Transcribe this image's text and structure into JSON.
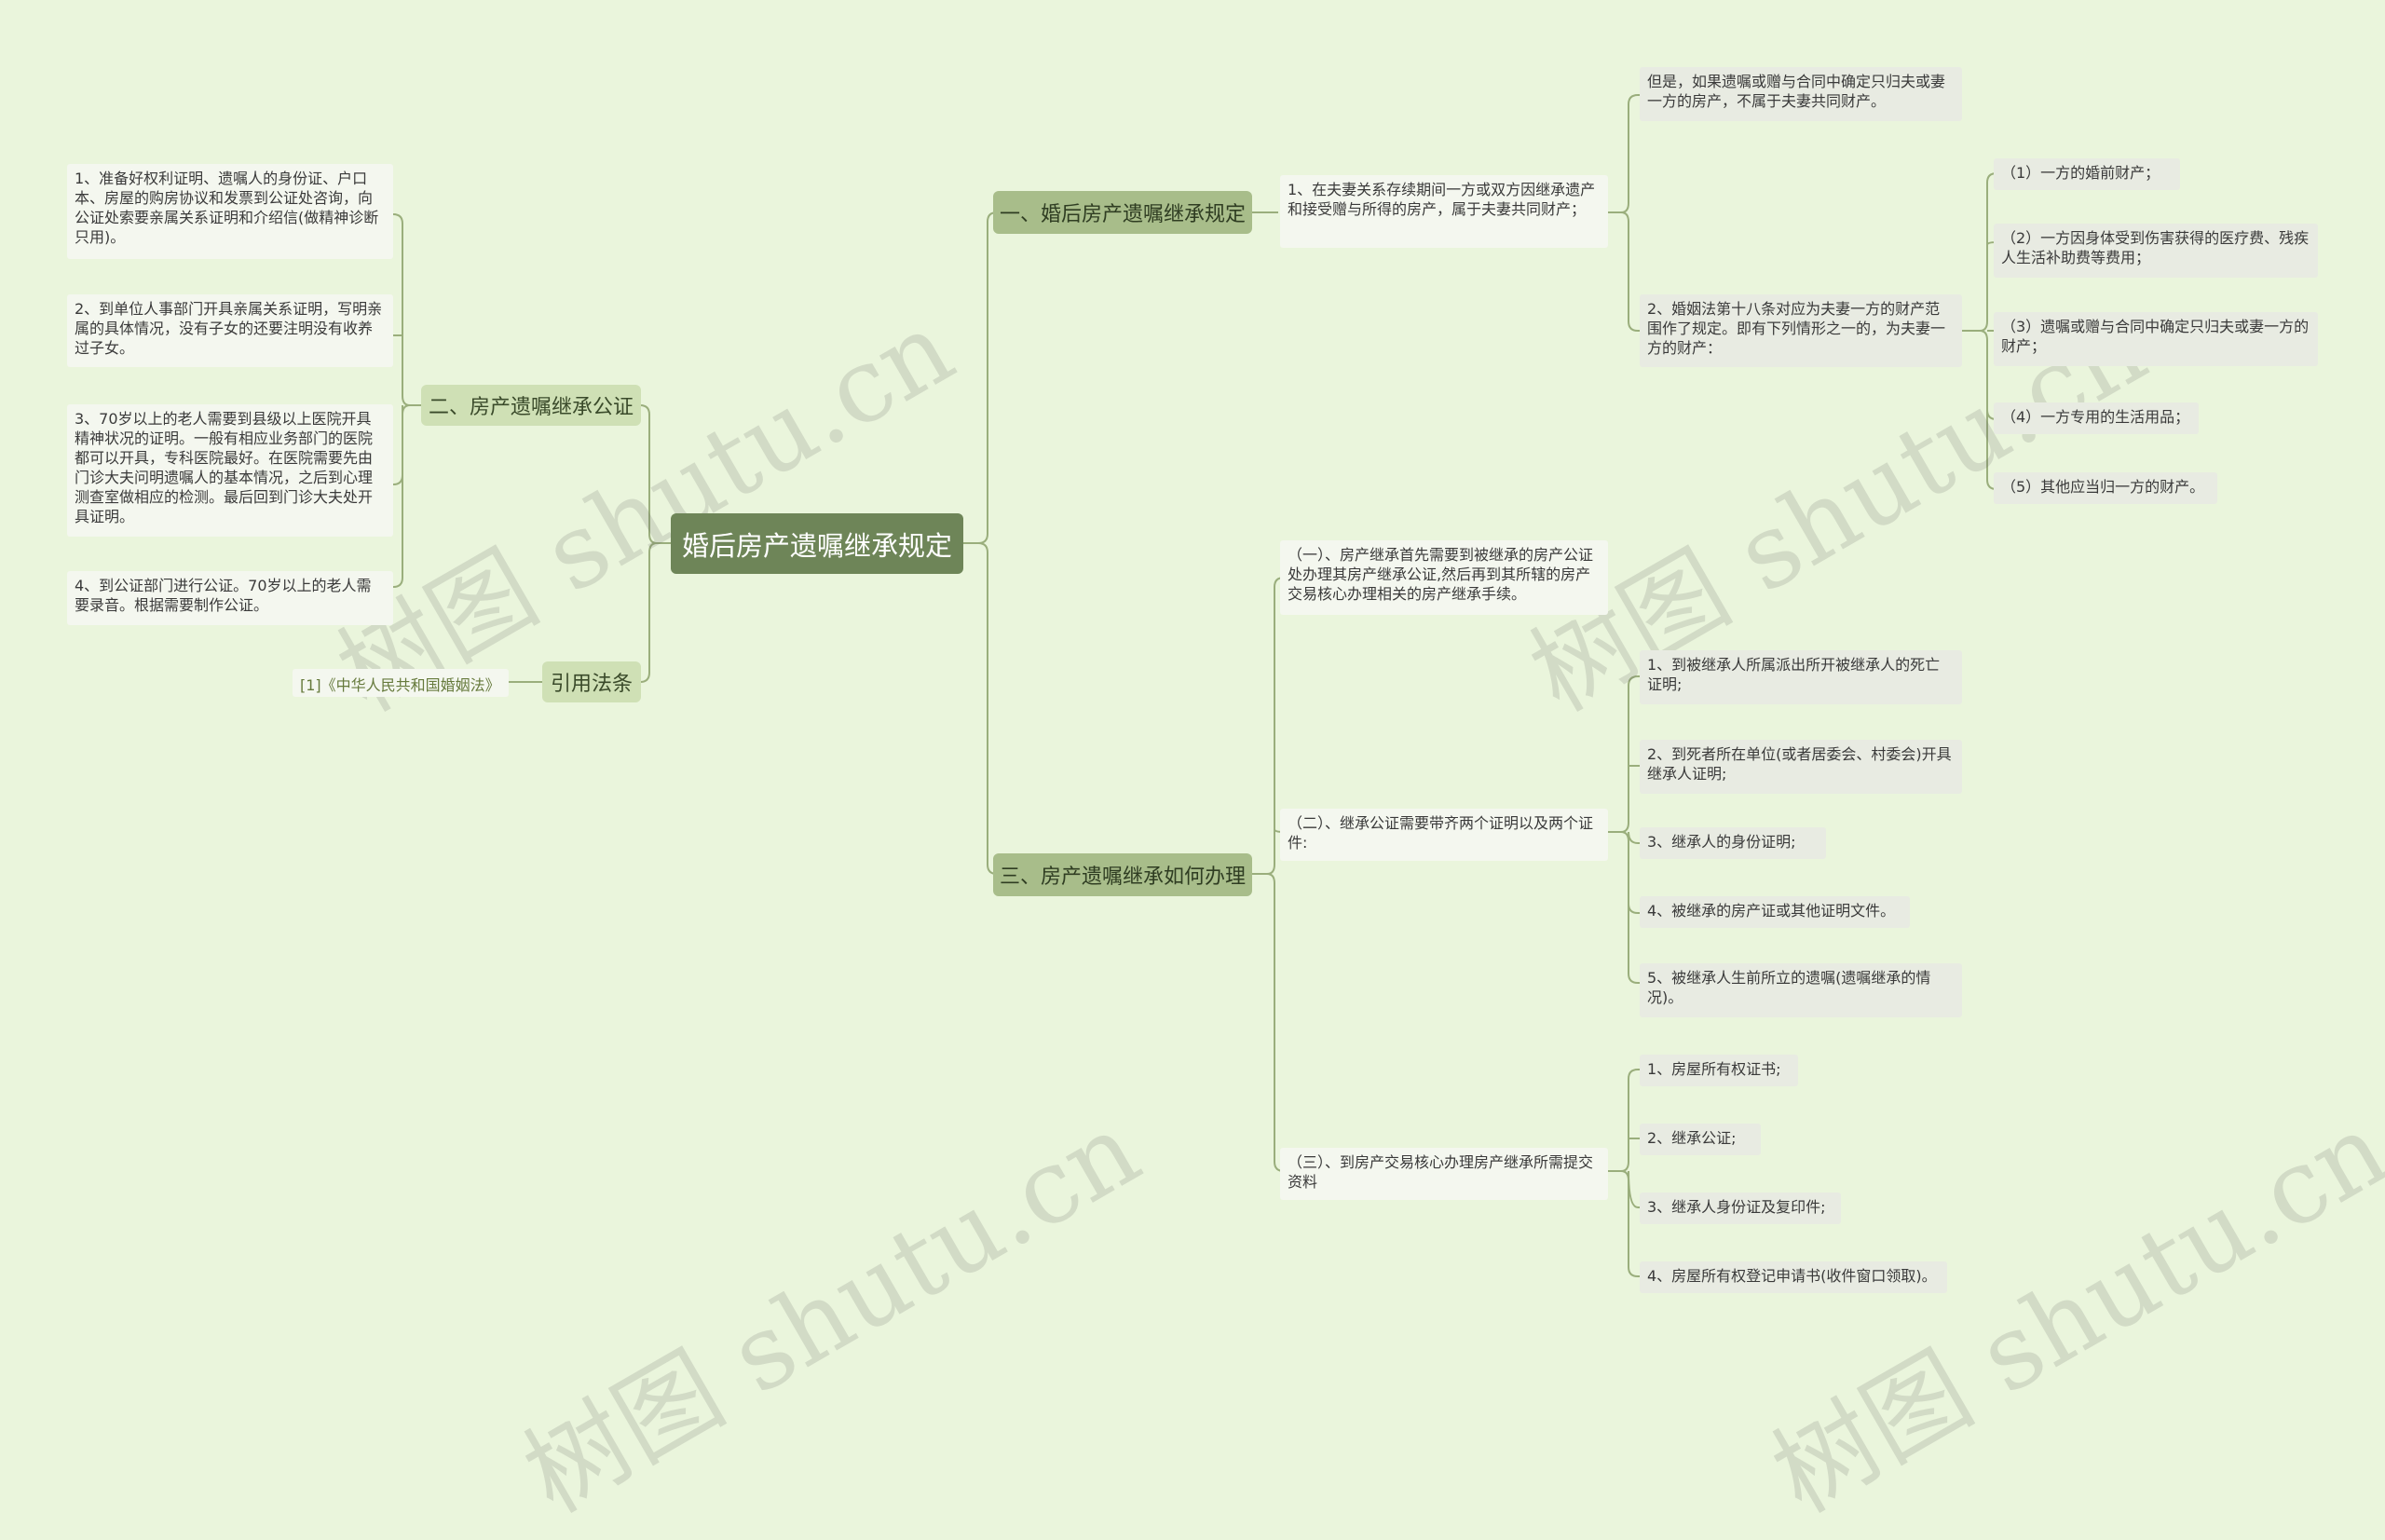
{
  "root": {
    "title": "婚后房产遗嘱继承规定"
  },
  "branch1": {
    "label": "一、婚后房产遗嘱继承规定",
    "item1": "1、在夫妻关系存续期间一方或双方因继承遗产和接受赠与所得的房产，属于夫妻共同财产；",
    "item1_note": "但是，如果遗嘱或赠与合同中确定只归夫或妻一方的房产，不属于夫妻共同财产。",
    "item2": "2、婚姻法第十八条对应为夫妻一方的财产范围作了规定。即有下列情形之一的，为夫妻一方的财产：",
    "item2_list": [
      "（1）一方的婚前财产；",
      "（2）一方因身体受到伤害获得的医疗费、残疾人生活补助费等费用；",
      "（3）遗嘱或赠与合同中确定只归夫或妻一方的财产；",
      "（4）一方专用的生活用品；",
      "（5）其他应当归一方的财产。"
    ]
  },
  "branch2": {
    "label": "二、房产遗嘱继承公证",
    "items": [
      "1、准备好权利证明、遗嘱人的身份证、户口本、房屋的购房协议和发票到公证处咨询，向公证处索要亲属关系证明和介绍信(做精神诊断只用)。",
      "2、到单位人事部门开具亲属关系证明，写明亲属的具体情况，没有子女的还要注明没有收养过子女。",
      "3、70岁以上的老人需要到县级以上医院开具精神状况的证明。一般有相应业务部门的医院都可以开具，专科医院最好。在医院需要先由门诊大夫问明遗嘱人的基本情况，之后到心理测查室做相应的检测。最后回到门诊大夫处开具证明。",
      "4、到公证部门进行公证。70岁以上的老人需要录音。根据需要制作公证。"
    ]
  },
  "branch3": {
    "label": "三、房产遗嘱继承如何办理",
    "step1": "（一）、房产继承首先需要到被继承的房产公证处办理其房产继承公证,然后再到其所辖的房产交易核心办理相关的房产继承手续。",
    "step2": "（二）、继承公证需要带齐两个证明以及两个证件:",
    "step2_list": [
      "1、到被继承人所属派出所开被继承人的死亡证明;",
      "2、到死者所在单位(或者居委会、村委会)开具继承人证明;",
      "3、继承人的身份证明;",
      "4、被继承的房产证或其他证明文件。",
      "5、被继承人生前所立的遗嘱(遗嘱继承的情况)。"
    ],
    "step3": "（三）、到房产交易核心办理房产继承所需提交资料",
    "step3_list": [
      "1、房屋所有权证书;",
      "2、继承公证;",
      "3、继承人身份证及复印件;",
      "4、房屋所有权登记申请书(收件窗口领取)。"
    ]
  },
  "citation": {
    "label": "引用法条",
    "law": "[1]《中华人民共和国婚姻法》"
  },
  "watermark": {
    "text": "树图 shutu.cn"
  },
  "colors": {
    "background": "#eaf5dc",
    "root": "#6e8558",
    "branch": "#a8bd8a",
    "line": "#9aae7c"
  }
}
